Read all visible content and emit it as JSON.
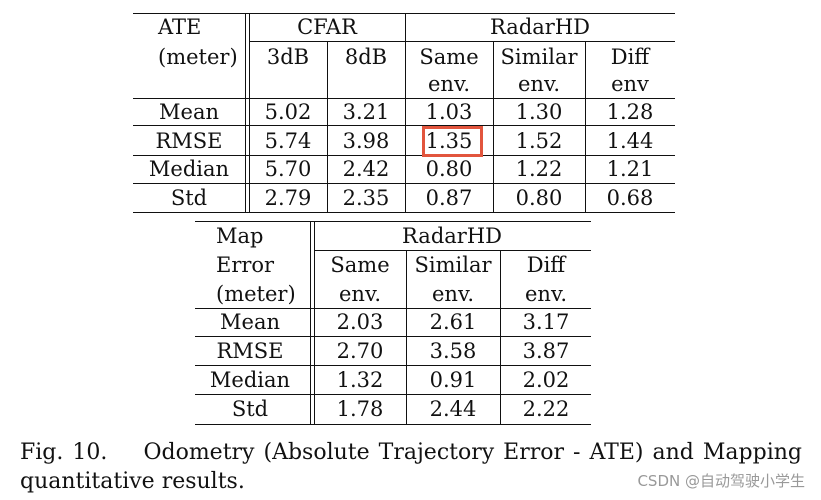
{
  "table1": {
    "corner": [
      "ATE",
      "(meter)"
    ],
    "group_cfar": "CFAR",
    "group_radarhd": "RadarHD",
    "cols": [
      [
        "3dB"
      ],
      [
        "8dB"
      ],
      [
        "Same",
        "env."
      ],
      [
        "Similar",
        "env."
      ],
      [
        "Diff",
        "env"
      ]
    ],
    "rows": [
      {
        "label": "Mean",
        "values": [
          "5.02",
          "3.21",
          "1.03",
          "1.30",
          "1.28"
        ]
      },
      {
        "label": "RMSE",
        "values": [
          "5.74",
          "3.98",
          "1.35",
          "1.52",
          "1.44"
        ]
      },
      {
        "label": "Median",
        "values": [
          "5.70",
          "2.42",
          "0.80",
          "1.22",
          "1.21"
        ]
      },
      {
        "label": "Std",
        "values": [
          "2.79",
          "2.35",
          "0.87",
          "0.80",
          "0.68"
        ]
      }
    ],
    "highlight_color": "#e2553d"
  },
  "table2": {
    "corner": [
      "Map",
      "Error",
      "(meter)"
    ],
    "group_radarhd": "RadarHD",
    "cols": [
      [
        "Same",
        "env."
      ],
      [
        "Similar",
        "env."
      ],
      [
        "Diff",
        "env."
      ]
    ],
    "rows": [
      {
        "label": "Mean",
        "values": [
          "2.03",
          "2.61",
          "3.17"
        ]
      },
      {
        "label": "RMSE",
        "values": [
          "2.70",
          "3.58",
          "3.87"
        ]
      },
      {
        "label": "Median",
        "values": [
          "1.32",
          "0.91",
          "2.02"
        ]
      },
      {
        "label": "Std",
        "values": [
          "1.78",
          "2.44",
          "2.22"
        ]
      }
    ]
  },
  "caption": {
    "fig": "Fig. 10.",
    "text": "Odometry (Absolute Trajectory Error - ATE) and Mapping quantitative results."
  },
  "watermark": "CSDN @自动驾驶小学生"
}
